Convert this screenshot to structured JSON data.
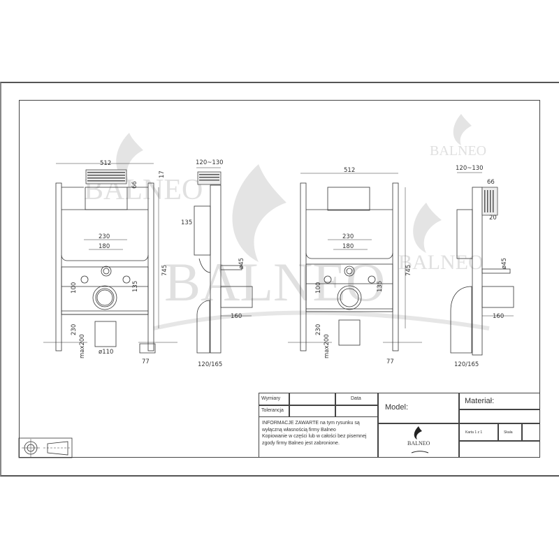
{
  "drawing": {
    "watermark_text": "BALNEO",
    "front_view_left": {
      "dims": {
        "width": "512",
        "top_offset": "66",
        "side_offset": "17",
        "height": "745",
        "outlets_outer": "230",
        "outlets_inner": "180",
        "drain_height_offset": "135",
        "supply_height": "100",
        "drain_height": "230",
        "max_adjust": "max200",
        "pipe_diameter": "ø110",
        "foot_width": "77"
      }
    },
    "side_view_left": {
      "dims": {
        "top_depth": "120~130",
        "tank_depth": "135",
        "flush_pipe_diameter": "ø45",
        "outlet_length": "160",
        "base_depth": "120/165"
      }
    },
    "front_view_right": {
      "dims": {
        "width": "512",
        "height": "745",
        "outlets_outer": "230",
        "outlets_inner": "180",
        "drain_height_offset": "135",
        "supply_height": "100",
        "drain_height": "230",
        "max_adjust": "max200",
        "foot_width": "77"
      }
    },
    "side_view_right": {
      "dims": {
        "top_depth": "120~130",
        "button_depth": "66",
        "button_offset": "20",
        "flush_pipe_diameter": "ø45",
        "outlet_length": "160",
        "base_depth": "120/165"
      }
    }
  },
  "title_block": {
    "wymiary_label": "Wymiary",
    "data_label": "Data",
    "tolerancja_label": "Tolerancja",
    "model_label": "Model:",
    "material_label": "Materiał:",
    "notice_lines": [
      "INFORMACJE ZAWARTE na tym rysunku są",
      "wyłączną własnością firmy Balneo",
      "Kopiowanie w części lub w całości bez pisemnej",
      "zgody firmy Balneo jest zabronione."
    ],
    "logo_text": "BALNEO",
    "sheet_label": "Karta 1 z 1",
    "scale_label": "Skala"
  }
}
